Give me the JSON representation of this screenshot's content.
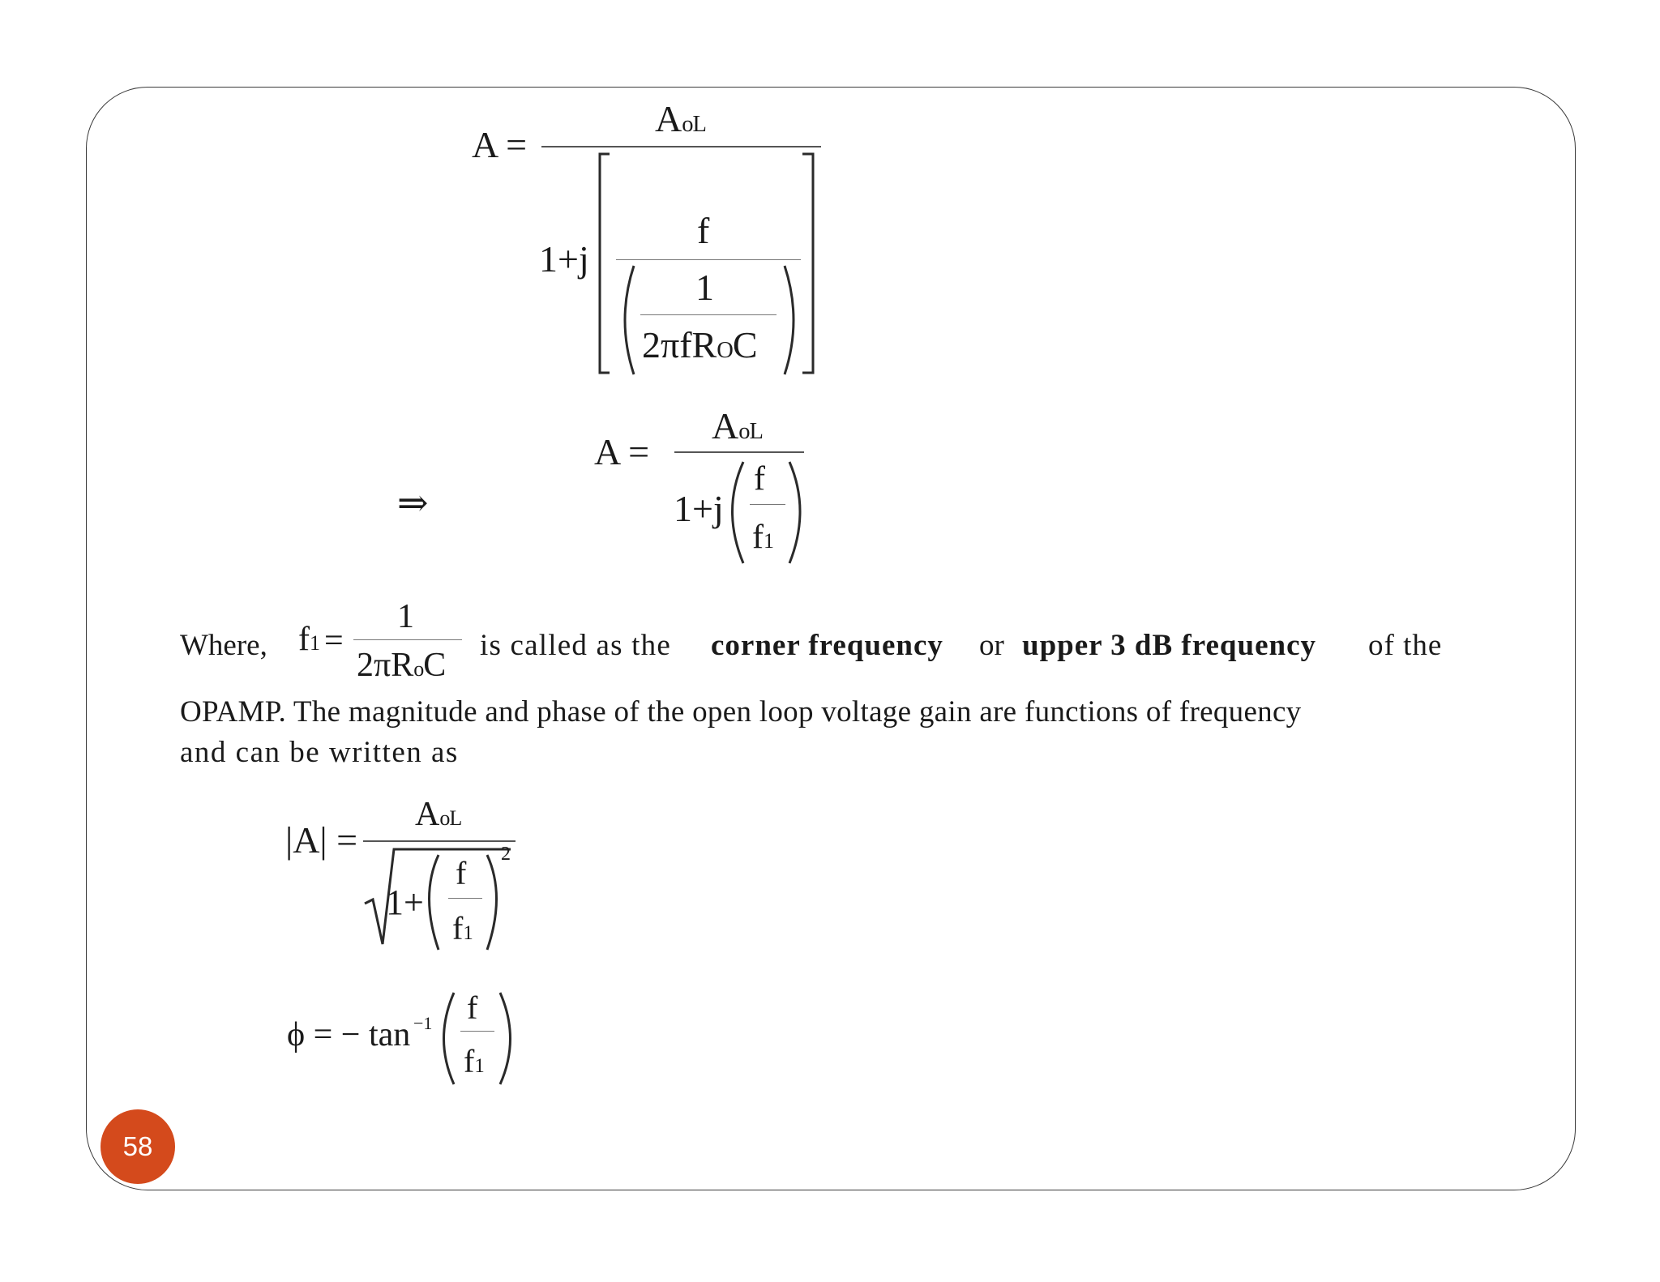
{
  "eq1": {
    "lhs": "A =",
    "num_main": "A",
    "num_sub": "oL",
    "den_prefix": "1+j",
    "inner_num": "f",
    "inner_one": "1",
    "inner_den_main": "2πfR",
    "inner_den_sub": "O",
    "inner_den_end": "C"
  },
  "eq2": {
    "implies": "⇒",
    "lhs": "A =",
    "num_main": "A",
    "num_sub": "oL",
    "den_prefix": "1+j",
    "frac_num": "f",
    "frac_den_main": "f",
    "frac_den_sub": "1"
  },
  "para1": {
    "where": "Where,",
    "f1_main": "f",
    "f1_sub": "1",
    "f1_eq": "=",
    "f1_num": "1",
    "f1_den_main": "2πR",
    "f1_den_sub": "o",
    "f1_den_end": "C",
    "text_a": "is called as the",
    "bold_a": "corner frequency",
    "text_b": "or",
    "bold_b": "upper 3 dB frequency",
    "text_c": "of the"
  },
  "para2": {
    "line1": "OPAMP. The magnitude and phase of the open loop voltage gain are functions of frequency",
    "line2": "and can be written as"
  },
  "eq3": {
    "lhs": "|A| =",
    "num_main": "A",
    "num_sub": "oL",
    "rad_prefix": "1+",
    "frac_num": "f",
    "frac_den_main": "f",
    "frac_den_sub": "1",
    "exponent": "2"
  },
  "eq4": {
    "lhs": "ϕ = − tan",
    "exponent": "−1",
    "frac_num": "f",
    "frac_den_main": "f",
    "frac_den_sub": "1"
  },
  "page": {
    "number": "58"
  }
}
